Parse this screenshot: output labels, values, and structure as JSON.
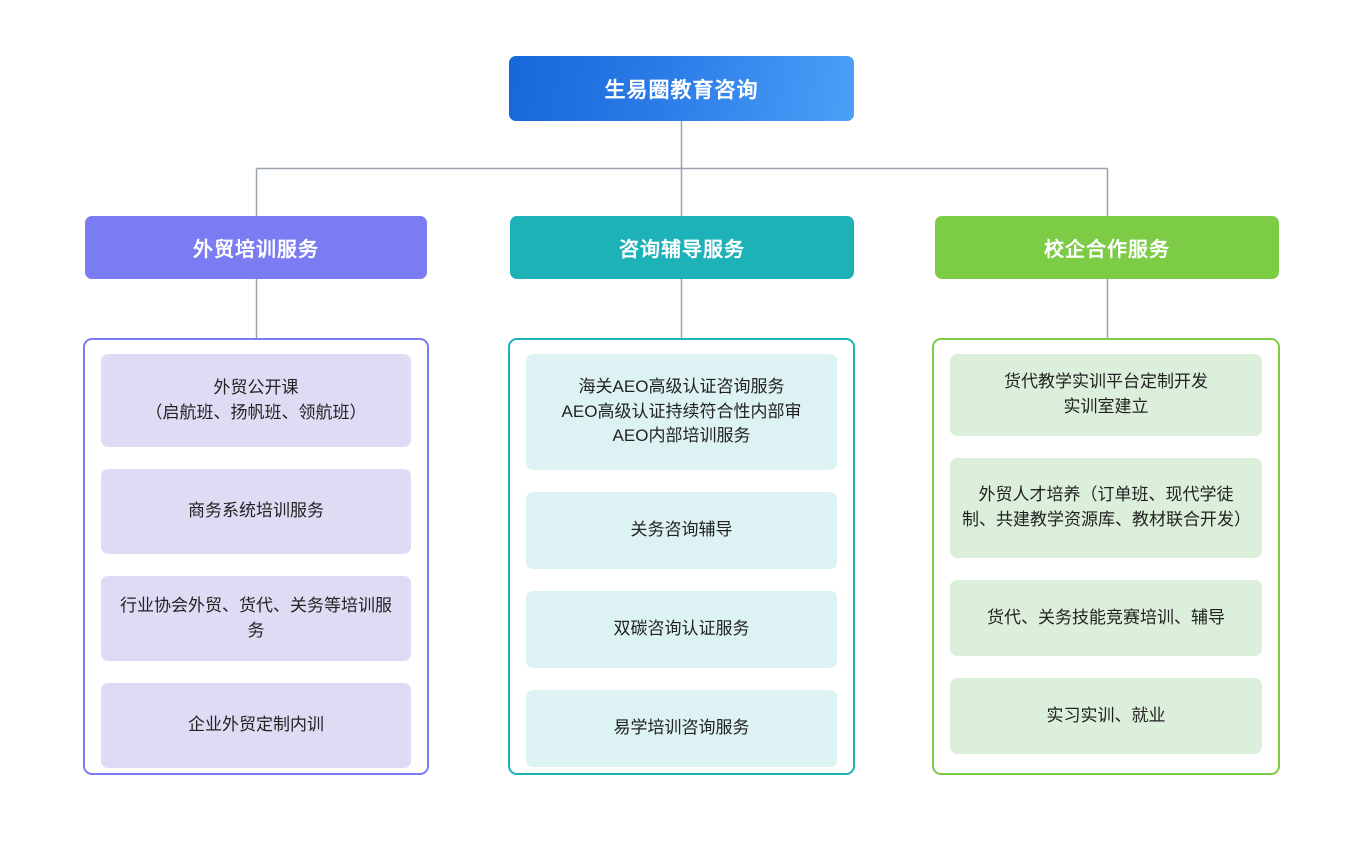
{
  "diagram": {
    "type": "organizational-tree",
    "orientation": "top-down",
    "levels": 3,
    "background_color": "#ffffff",
    "connector_color": "#9aa3ad"
  },
  "root": {
    "label": "生易圈教育咨询",
    "gradient_from": "#1667d8",
    "gradient_to": "#4ba0f7",
    "text_color": "#ffffff"
  },
  "columns": [
    {
      "header": {
        "label": "外贸培训服务",
        "color": "#7b7bf2",
        "text_color": "#ffffff"
      },
      "panel": {
        "border_color": "#7b7bf2",
        "card_color": "#dedcf5"
      },
      "items": [
        {
          "label": "外贸公开课\n（启航班、扬帆班、领航班）"
        },
        {
          "label": "商务系统培训服务"
        },
        {
          "label": "行业协会外贸、货代、关务等培训服务"
        },
        {
          "label": "企业外贸定制内训"
        }
      ]
    },
    {
      "header": {
        "label": "咨询辅导服务",
        "color": "#1cb2b8",
        "text_color": "#ffffff"
      },
      "panel": {
        "border_color": "#1cb2b8",
        "card_color": "#ddf2f3"
      },
      "items": [
        {
          "label": "海关AEO高级认证咨询服务\nAEO高级认证持续符合性内部审\nAEO内部培训服务"
        },
        {
          "label": "关务咨询辅导"
        },
        {
          "label": "双碳咨询认证服务"
        },
        {
          "label": "易学培训咨询服务"
        }
      ]
    },
    {
      "header": {
        "label": "校企合作服务",
        "color": "#7ccc46",
        "text_color": "#ffffff"
      },
      "panel": {
        "border_color": "#7ccc46",
        "card_color": "#dcefda"
      },
      "items": [
        {
          "label": "货代教学实训平台定制开发\n实训室建立"
        },
        {
          "label": "外贸人才培养（订单班、现代学徒制、共建教学资源库、教材联合开发）"
        },
        {
          "label": "货代、关务技能竞赛培训、辅导"
        },
        {
          "label": "实习实训、就业"
        }
      ]
    }
  ]
}
